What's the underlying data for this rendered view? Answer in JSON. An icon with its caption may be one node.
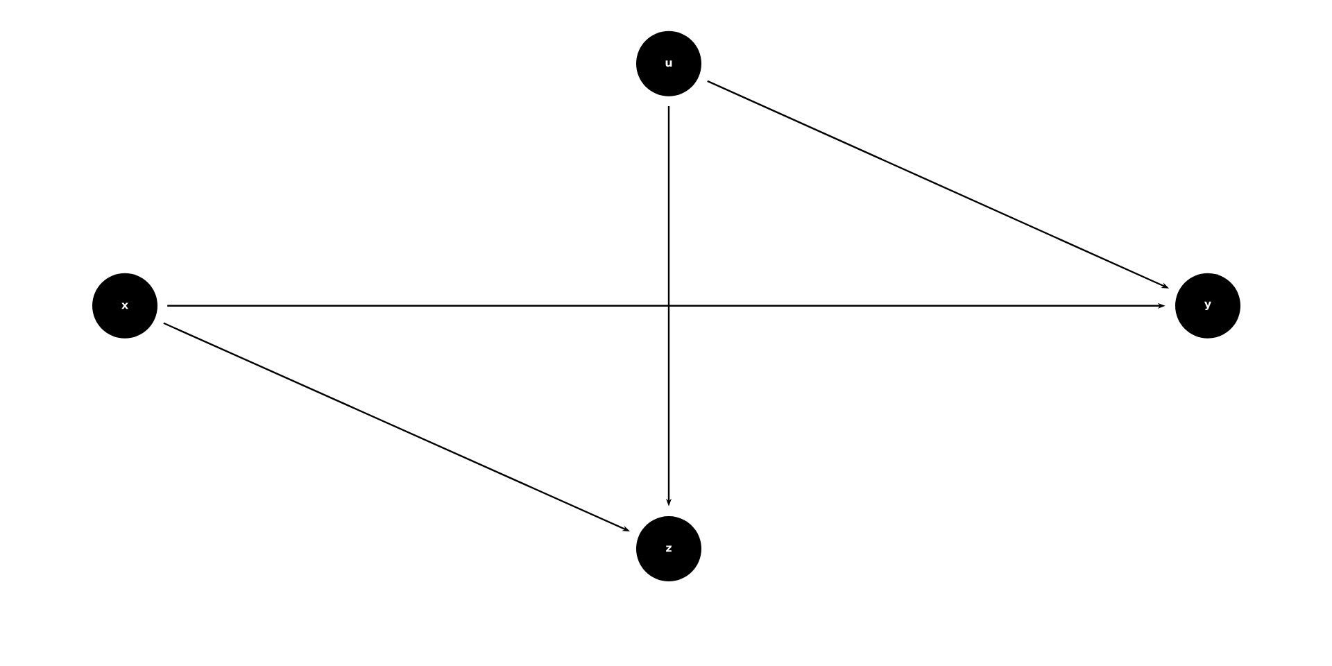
{
  "diagram": {
    "nodes": [
      {
        "text": [
          "u"
        ]
      },
      {
        "text": [
          "x"
        ]
      },
      {
        "text": [
          "y"
        ]
      },
      {
        "text": [
          "z"
        ]
      }
    ],
    "edges": [
      {
        "from": 0,
        "to": 2,
        "arrow": "to"
      },
      {
        "from": 0,
        "to": 3,
        "arrow": "to"
      },
      {
        "from": 1,
        "to": 2,
        "arrow": "to"
      },
      {
        "from": 1,
        "to": 3,
        "arrow": "to"
      }
    ]
  }
}
